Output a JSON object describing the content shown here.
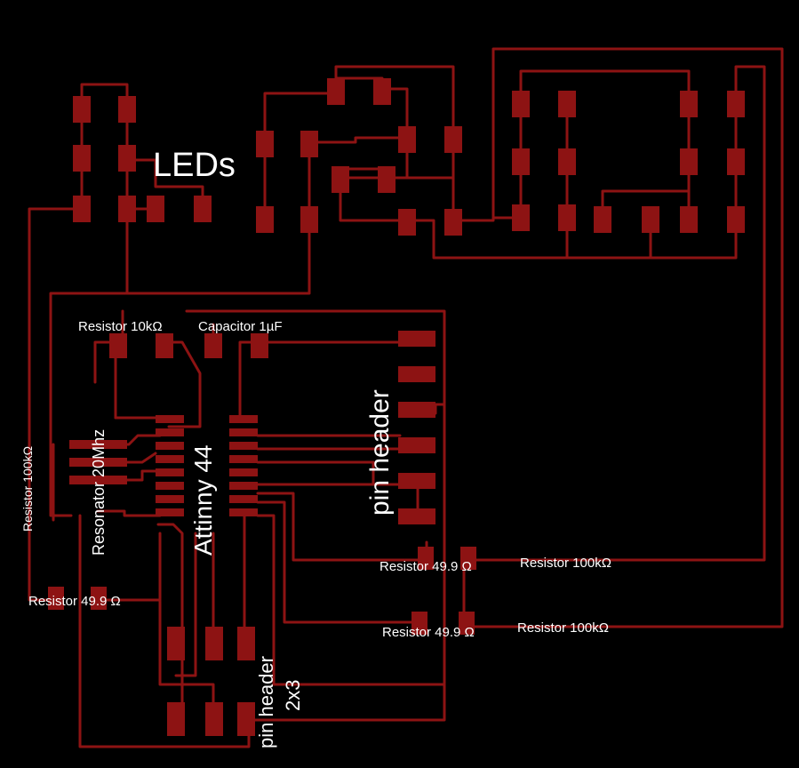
{
  "labels": {
    "leds": "LEDs",
    "resistor_10k": "Resistor 10kΩ",
    "capacitor_1uf": "Capacitor 1µF",
    "pin_header": "pin header",
    "attiny44": "Attinny 44",
    "resonator": "Resonator 20Mhz",
    "resistor_100k_left": "Resistor 100kΩ",
    "resistor_49_9_left": "Resistor 49.9 Ω",
    "resistor_49_9_mid_1": "Resistor 49.9 Ω",
    "resistor_100k_right_1": "Resistor 100kΩ",
    "resistor_49_9_mid_2": "Resistor 49.9 Ω",
    "resistor_100k_right_2": "Resistor 100kΩ",
    "pin_header_2x3_line1": "pin header",
    "pin_header_2x3_line2": "2x3"
  },
  "colors": {
    "background": "#000000",
    "copper": "#8d1313",
    "label": "#ffffff"
  }
}
